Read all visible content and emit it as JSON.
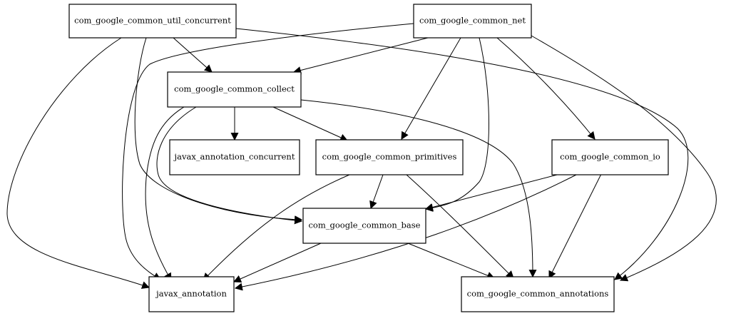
{
  "nodes": [
    {
      "id": "util_concurrent",
      "label": "com_google_common_util_concurrent"
    },
    {
      "id": "net",
      "label": "com_google_common_net"
    },
    {
      "id": "collect",
      "label": "com_google_common_collect"
    },
    {
      "id": "jac",
      "label": "javax_annotation_concurrent"
    },
    {
      "id": "primitives",
      "label": "com_google_common_primitives"
    },
    {
      "id": "io",
      "label": "com_google_common_io"
    },
    {
      "id": "base",
      "label": "com_google_common_base"
    },
    {
      "id": "ja",
      "label": "javax_annotation"
    },
    {
      "id": "annotations",
      "label": "com_google_common_annotations"
    }
  ],
  "edges": [
    {
      "from": "util_concurrent",
      "to": "collect"
    },
    {
      "from": "util_concurrent",
      "to": "base"
    },
    {
      "from": "util_concurrent",
      "to": "ja"
    },
    {
      "from": "util_concurrent",
      "to": "annotations"
    },
    {
      "from": "net",
      "to": "collect"
    },
    {
      "from": "net",
      "to": "primitives"
    },
    {
      "from": "net",
      "to": "base"
    },
    {
      "from": "net",
      "to": "io"
    },
    {
      "from": "net",
      "to": "ja"
    },
    {
      "from": "net",
      "to": "annotations"
    },
    {
      "from": "collect",
      "to": "jac"
    },
    {
      "from": "collect",
      "to": "primitives"
    },
    {
      "from": "collect",
      "to": "base"
    },
    {
      "from": "collect",
      "to": "ja"
    },
    {
      "from": "collect",
      "to": "annotations"
    },
    {
      "from": "primitives",
      "to": "base"
    },
    {
      "from": "primitives",
      "to": "ja"
    },
    {
      "from": "primitives",
      "to": "annotations"
    },
    {
      "from": "io",
      "to": "base"
    },
    {
      "from": "io",
      "to": "ja"
    },
    {
      "from": "io",
      "to": "annotations"
    },
    {
      "from": "base",
      "to": "ja"
    },
    {
      "from": "base",
      "to": "annotations"
    }
  ]
}
